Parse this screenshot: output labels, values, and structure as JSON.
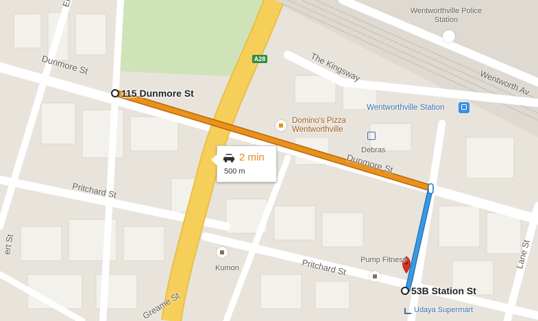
{
  "route": {
    "start": "115 Dunmore St",
    "end": "53B Station St",
    "time": "2 min",
    "distance": "500 m",
    "mode_icon": "car-icon"
  },
  "highway_shield": "A28",
  "streets": {
    "emert_top": "Emert",
    "dunmore_left": "Dunmore St",
    "dunmore_right": "Dunmore St",
    "kingsway": "The Kingsway",
    "wentworth_ave": "Wentworth Av",
    "pritchard_left": "Pritchard St",
    "pritchard_right": "Pritchard St",
    "greame": "Greame St",
    "lane": "Lane St",
    "emert_left": "ert St"
  },
  "pois": {
    "police": "Wentworthville Police Station",
    "station": "Wentworthville Station",
    "dominos": "Domino's Pizza Wentworthville",
    "debras": "Debras",
    "kumon": "Kumon",
    "pump": "Pump Fitness",
    "udaya": "Udaya Supermart"
  },
  "colors": {
    "route_orange": "#e8921c",
    "route_blue": "#3a9be0",
    "highway": "#f5cf5a",
    "park": "#cfe3b8",
    "land": "#e8e4dc",
    "block": "#f3f1ec"
  }
}
